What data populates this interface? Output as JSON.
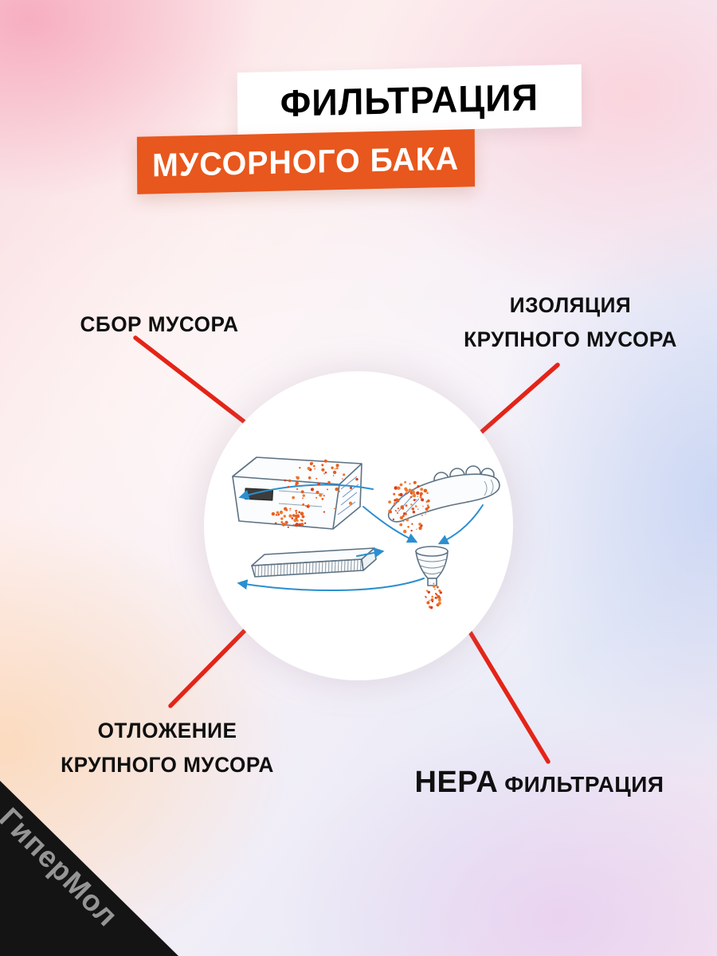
{
  "page": {
    "title_banner": "ФИЛЬТРАЦИЯ",
    "subtitle_banner": "МУСОРНОГО БАКА"
  },
  "callouts": {
    "collection": {
      "line1": "СБОР МУСОРА"
    },
    "isolation": {
      "line1": "ИЗОЛЯЦИЯ",
      "line2": "КРУПНОГО МУСОРА"
    },
    "deposition": {
      "line1": "ОТЛОЖЕНИЕ",
      "line2": "КРУПНОГО МУСОРА"
    },
    "hepa": {
      "emphasis": "HEPA",
      "rest": "ФИЛЬТРАЦИЯ"
    }
  },
  "watermark": "ГиперМол",
  "colors": {
    "banner_orange": "#E8571D",
    "pointer_red": "#E42417",
    "flow_blue": "#2B8FD0",
    "debris_orange": "#E8601E",
    "corner_black": "#141414"
  },
  "icons": {
    "illustration": "vacuum-dustbin-filtration-diagram"
  }
}
